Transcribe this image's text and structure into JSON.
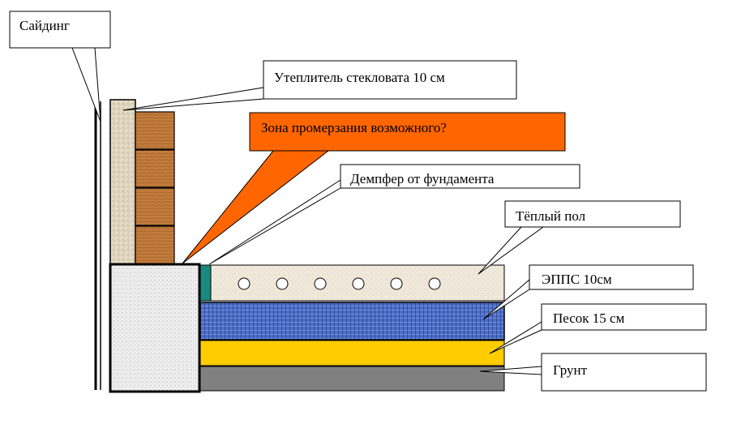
{
  "labels": {
    "siding": "Сайдинг",
    "insulation": "Утеплитель стекловата 10 см",
    "freeze_zone": "Зона промерзания возможного?",
    "damper": "Демпфер от фундамента",
    "warm_floor": "Тёплый пол",
    "epps": "ЭППС 10см",
    "sand": "Песок 15 см",
    "ground": "Грунт"
  },
  "colors": {
    "freeze_zone_fill": "#FF6600",
    "epps_fill": "#4F6FC6",
    "sand_fill": "#FFCC00",
    "ground_fill": "#808080",
    "screed_fill": "#EFE7D8",
    "brick_fill": "#C07A3A",
    "damper_fill": "#1A8A80",
    "foundation_fill": "#EFEFEF",
    "insulation_fill": "#E6DDC8"
  }
}
